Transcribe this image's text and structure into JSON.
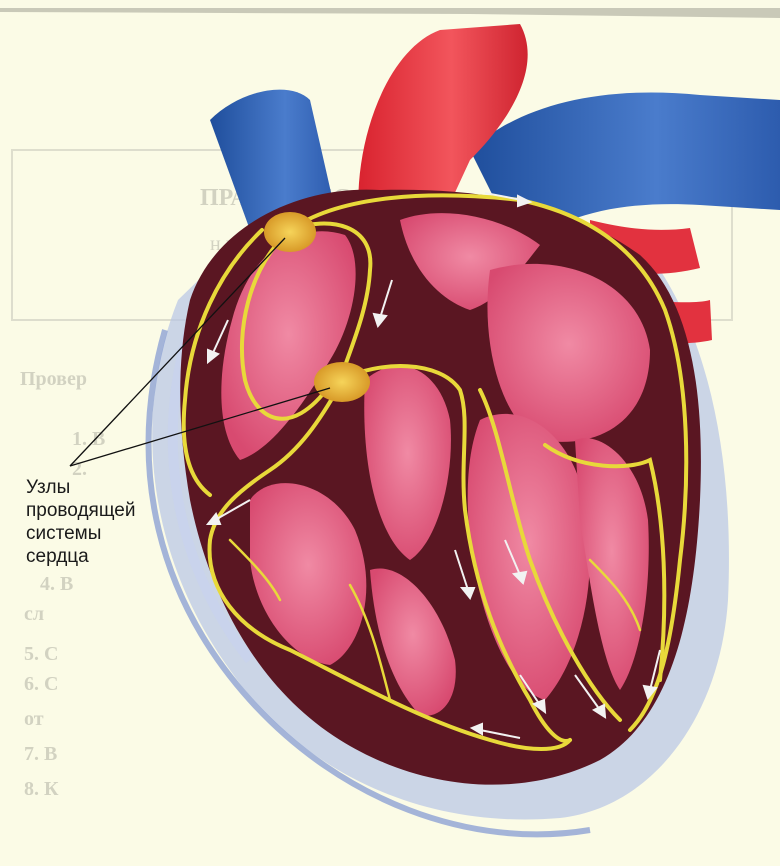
{
  "label": {
    "lines": [
      "Узлы",
      "проводящей",
      "системы",
      "сердца"
    ]
  },
  "background_text": {
    "header": "ПРАКТИЧЕС",
    "subheader": "н и  в рабочей",
    "section": "Провер",
    "items": [
      "1. В",
      "2.",
      "4. В",
      "сл",
      "5. С",
      "6. С",
      "от",
      "7. В",
      "8. К"
    ]
  },
  "colors": {
    "page": "#fbfbe6",
    "myocardium": "#5a1622",
    "chamber": "#e2587a",
    "artery": "#e8333f",
    "vein": "#2f5fb0",
    "pathway": "#e8d93a",
    "node": "#eec23a",
    "pericardium": "#9db0dc"
  }
}
